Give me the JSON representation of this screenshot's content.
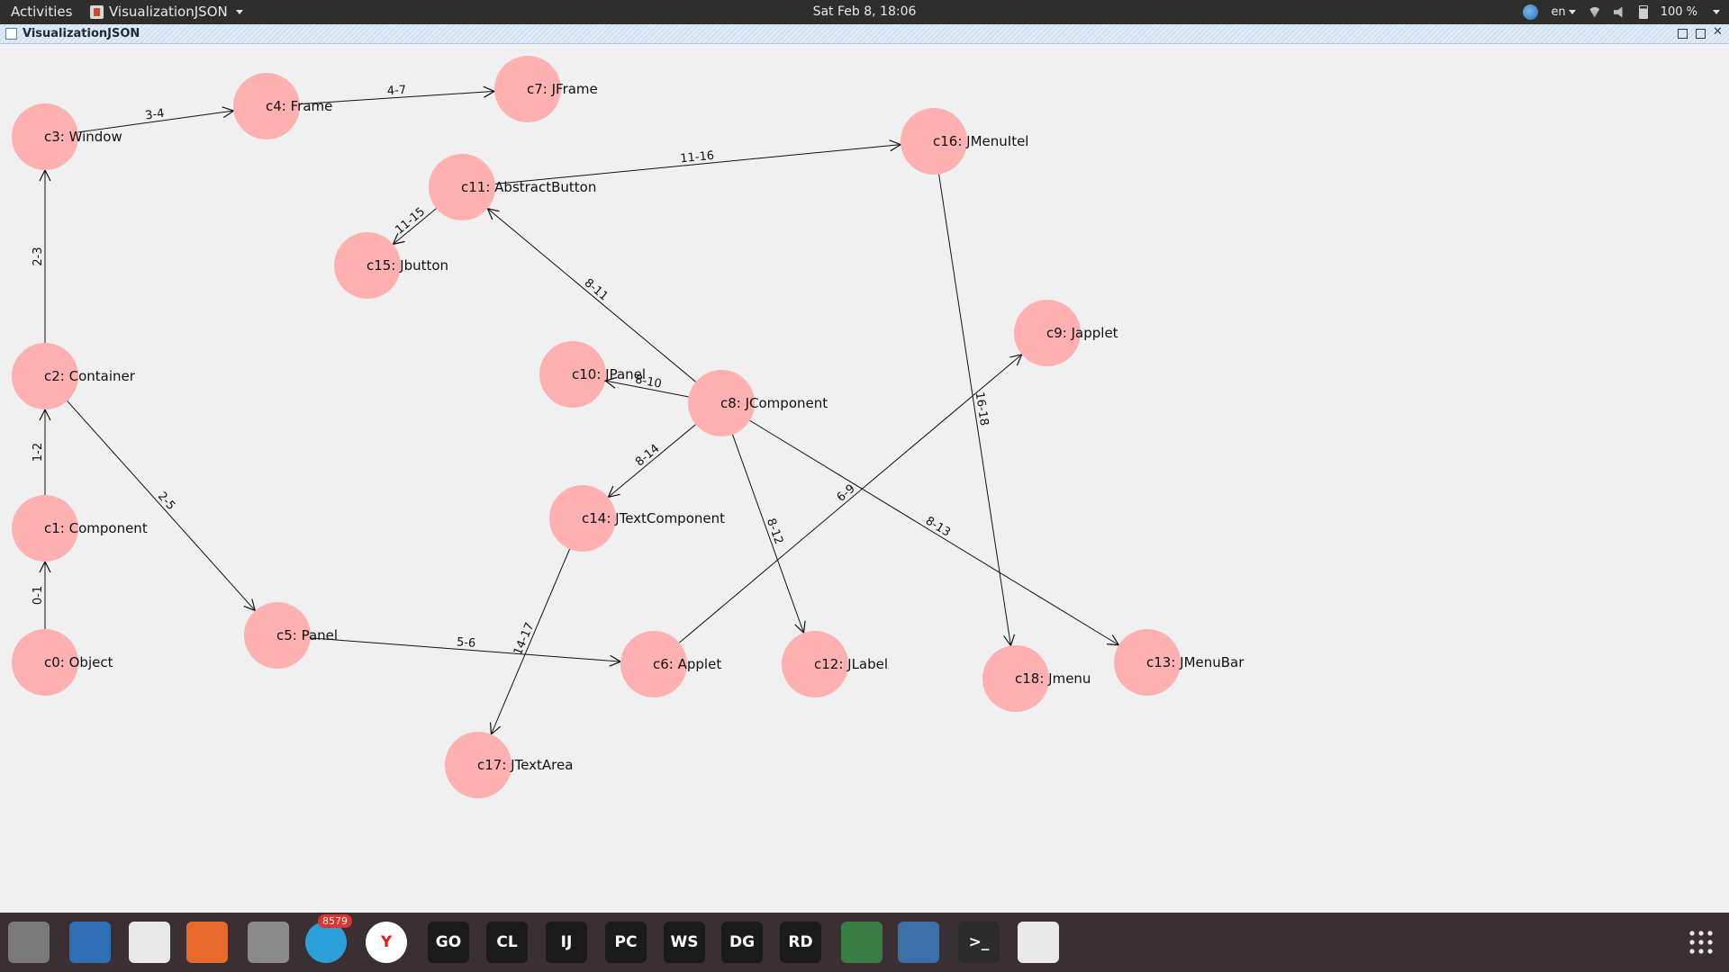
{
  "topbar": {
    "activities": "Activities",
    "app_name": "VisualizationJSON",
    "clock": "Sat Feb  8, 18:06",
    "language": "en",
    "zoom": "100 %"
  },
  "window": {
    "title": "VisualizationJSON"
  },
  "graph": {
    "nodes": [
      {
        "id": "c0",
        "label": "c0: Object"
      },
      {
        "id": "c1",
        "label": "c1: Component"
      },
      {
        "id": "c2",
        "label": "c2: Container"
      },
      {
        "id": "c3",
        "label": "c3: Window"
      },
      {
        "id": "c4",
        "label": "c4: Frame"
      },
      {
        "id": "c5",
        "label": "c5: Panel"
      },
      {
        "id": "c6",
        "label": "c6: Applet"
      },
      {
        "id": "c7",
        "label": "c7: JFrame"
      },
      {
        "id": "c8",
        "label": "c8: JComponent"
      },
      {
        "id": "c9",
        "label": "c9: Japplet"
      },
      {
        "id": "c10",
        "label": "c10: JPanel"
      },
      {
        "id": "c11",
        "label": "c11: AbstractButton"
      },
      {
        "id": "c12",
        "label": "c12: JLabel"
      },
      {
        "id": "c13",
        "label": "c13: JMenuBar"
      },
      {
        "id": "c14",
        "label": "c14: JTextComponent"
      },
      {
        "id": "c15",
        "label": "c15: Jbutton"
      },
      {
        "id": "c16",
        "label": "c16: JMenuItel"
      },
      {
        "id": "c17",
        "label": "c17: JTextArea"
      },
      {
        "id": "c18",
        "label": "c18: Jmenu"
      }
    ],
    "edges": [
      {
        "from": "c0",
        "to": "c1",
        "label": "0-1"
      },
      {
        "from": "c1",
        "to": "c2",
        "label": "1-2"
      },
      {
        "from": "c2",
        "to": "c3",
        "label": "2-3"
      },
      {
        "from": "c3",
        "to": "c4",
        "label": "3-4"
      },
      {
        "from": "c4",
        "to": "c7",
        "label": "4-7"
      },
      {
        "from": "c2",
        "to": "c5",
        "label": "2-5"
      },
      {
        "from": "c5",
        "to": "c6",
        "label": "5-6"
      },
      {
        "from": "c6",
        "to": "c9",
        "label": "6-9"
      },
      {
        "from": "c11",
        "to": "c16",
        "label": "11-16"
      },
      {
        "from": "c11",
        "to": "c15",
        "label": "11-15"
      },
      {
        "from": "c8",
        "to": "c11",
        "label": "8-11"
      },
      {
        "from": "c8",
        "to": "c10",
        "label": "8-10"
      },
      {
        "from": "c8",
        "to": "c14",
        "label": "8-14"
      },
      {
        "from": "c8",
        "to": "c12",
        "label": "8-12"
      },
      {
        "from": "c8",
        "to": "c13",
        "label": "8-13"
      },
      {
        "from": "c14",
        "to": "c17",
        "label": "14-17"
      },
      {
        "from": "c16",
        "to": "c18",
        "label": "16-18"
      }
    ],
    "node_color": "#ffb0b0",
    "edge_color": "#111111"
  },
  "dock": {
    "items": [
      {
        "name": "files-icon",
        "color": "#7a7a7a",
        "text": ""
      },
      {
        "name": "writer-icon",
        "color": "#2f6fb5",
        "text": ""
      },
      {
        "name": "math-icon",
        "color": "#e8e8e8",
        "text": ""
      },
      {
        "name": "software-center-icon",
        "color": "#e66a2c",
        "text": ""
      },
      {
        "name": "settings-icon",
        "color": "#8a8a8a",
        "text": ""
      },
      {
        "name": "telegram-icon",
        "color": "#2a9fd8",
        "text": "",
        "badge": "8579"
      },
      {
        "name": "yandex-browser-icon",
        "color": "#ffffff",
        "text": "Y"
      },
      {
        "name": "goland-icon",
        "color": "#1a1a1a",
        "text": "GO"
      },
      {
        "name": "clion-icon",
        "color": "#1a1a1a",
        "text": "CL"
      },
      {
        "name": "intellij-icon",
        "color": "#1a1a1a",
        "text": "IJ"
      },
      {
        "name": "pycharm-icon",
        "color": "#1a1a1a",
        "text": "PC"
      },
      {
        "name": "webstorm-icon",
        "color": "#1a1a1a",
        "text": "WS"
      },
      {
        "name": "datagrip-icon",
        "color": "#1a1a1a",
        "text": "DG"
      },
      {
        "name": "rider-icon",
        "color": "#1a1a1a",
        "text": "RD"
      },
      {
        "name": "android-studio-icon",
        "color": "#3a7d44",
        "text": ""
      },
      {
        "name": "virtualbox-icon",
        "color": "#3d6fa8",
        "text": ""
      },
      {
        "name": "terminal-icon",
        "color": "#2b2b2b",
        "text": ">_"
      },
      {
        "name": "java-icon",
        "color": "#e8e8e8",
        "text": ""
      }
    ]
  }
}
